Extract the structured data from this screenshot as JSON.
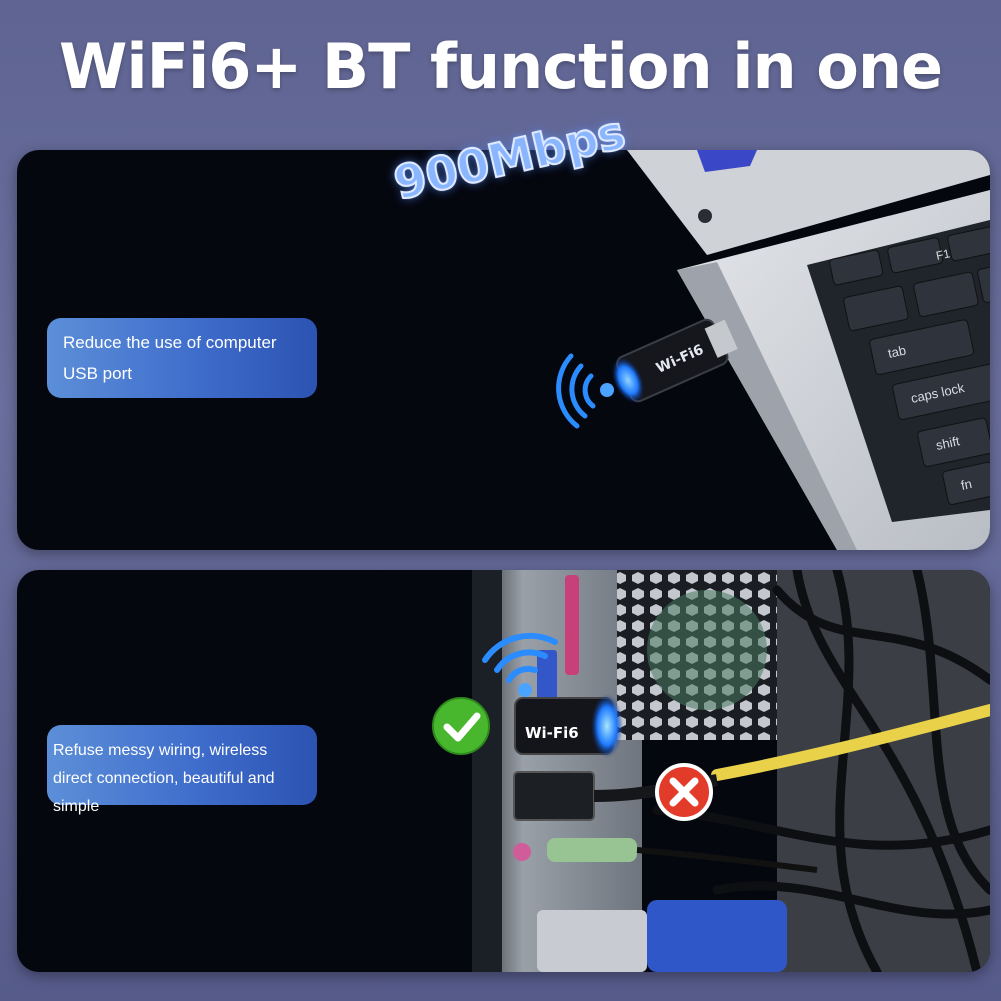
{
  "headline": "WiFi6+ BT function in one",
  "panel_top": {
    "pill_text": "Reduce the use of computer USB port",
    "speed_label": "900Mbps",
    "dongle_label": "Wi-Fi6",
    "keys": {
      "f1": "F1",
      "tab": "tab",
      "caps": "caps lock",
      "shift": "shift",
      "fn": "fn"
    }
  },
  "panel_bottom": {
    "pill_text": "Refuse messy wiring, wireless direct connection, beautiful and simple",
    "dongle_label": "Wi-Fi6"
  },
  "colors": {
    "accent_blue": "#3f6dcc",
    "wifi_glow": "#2a8cff",
    "check_green": "#49b72e",
    "cross_red": "#e23b2a"
  },
  "icons": [
    "wifi-signal-icon",
    "check-icon",
    "cross-icon"
  ]
}
